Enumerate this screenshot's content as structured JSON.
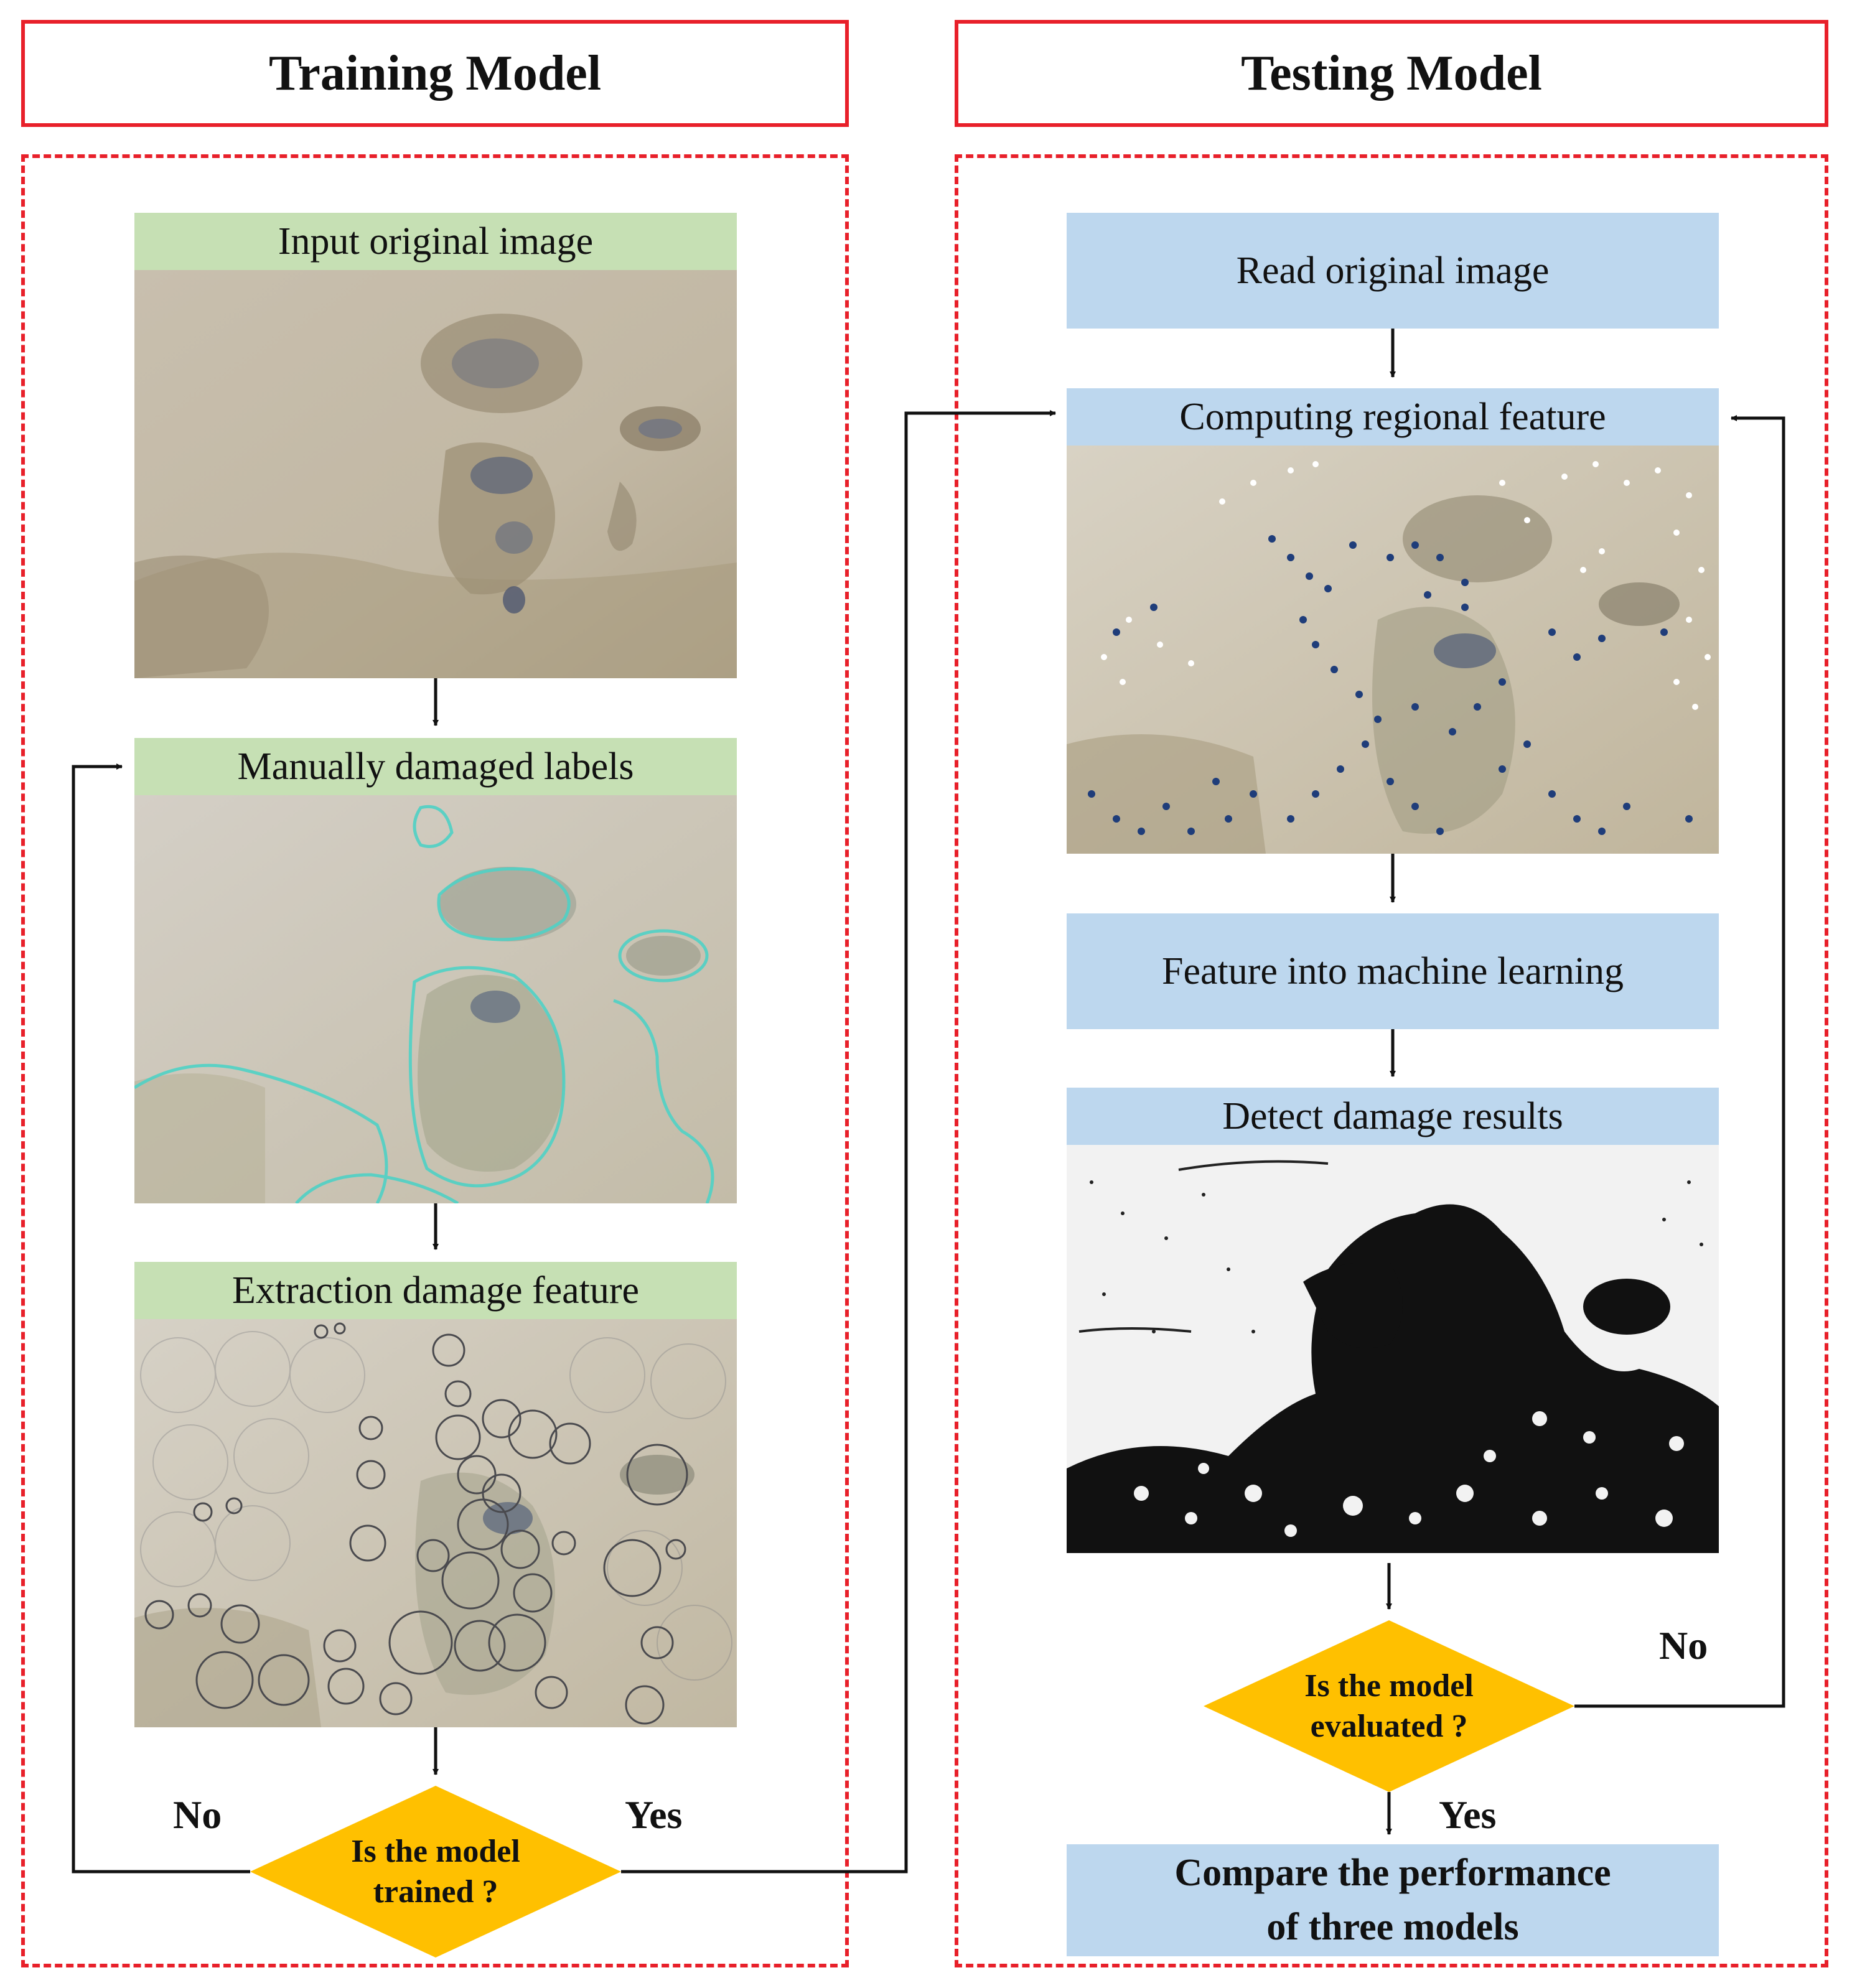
{
  "training": {
    "title": "Training Model",
    "step1": "Input  original image",
    "step2": "Manually damaged labels",
    "step3": "Extraction damage feature",
    "decision_line1": "Is the model",
    "decision_line2": "trained ?",
    "no_label": "No",
    "yes_label": "Yes"
  },
  "testing": {
    "title": "Testing Model",
    "step1": "Read original image",
    "step2": "Computing regional feature",
    "step3": "Feature into machine learning",
    "step4": "Detect damage results",
    "decision_line1": "Is the model",
    "decision_line2": "evaluated ?",
    "no_label": "No",
    "yes_label": "Yes",
    "final_line1": "Compare the performance",
    "final_line2": "of three models"
  },
  "colors": {
    "frame_red": "#e8202a",
    "green_bar": "#c6e0b4",
    "blue_box": "#bdd7ee",
    "decision_yellow": "#ffc000",
    "label_outline": "#4fd1c5"
  }
}
